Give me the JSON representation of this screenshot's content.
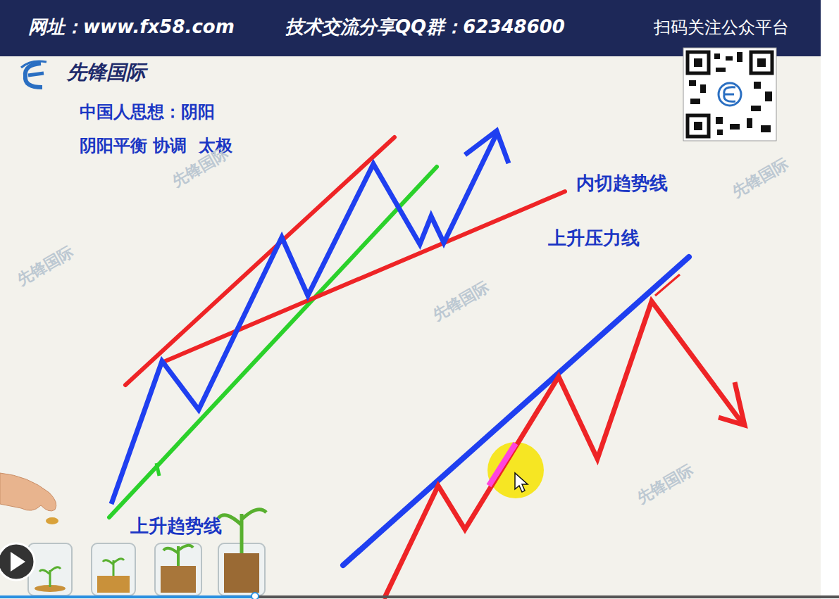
{
  "diagram": {
    "labels": [
      "网址：www.fx58.com",
      "技术交流分享QQ群：62348600",
      "扫码关注公众平台",
      "先锋国际",
      "中国人思想：阴阳",
      "阴阳平衡 协调  太极",
      "内切趋势线",
      "上升压力线",
      "上升趋势线",
      "先锋国际",
      "先锋国际",
      "先锋国际",
      "先锋国际",
      "先锋国际"
    ]
  }
}
